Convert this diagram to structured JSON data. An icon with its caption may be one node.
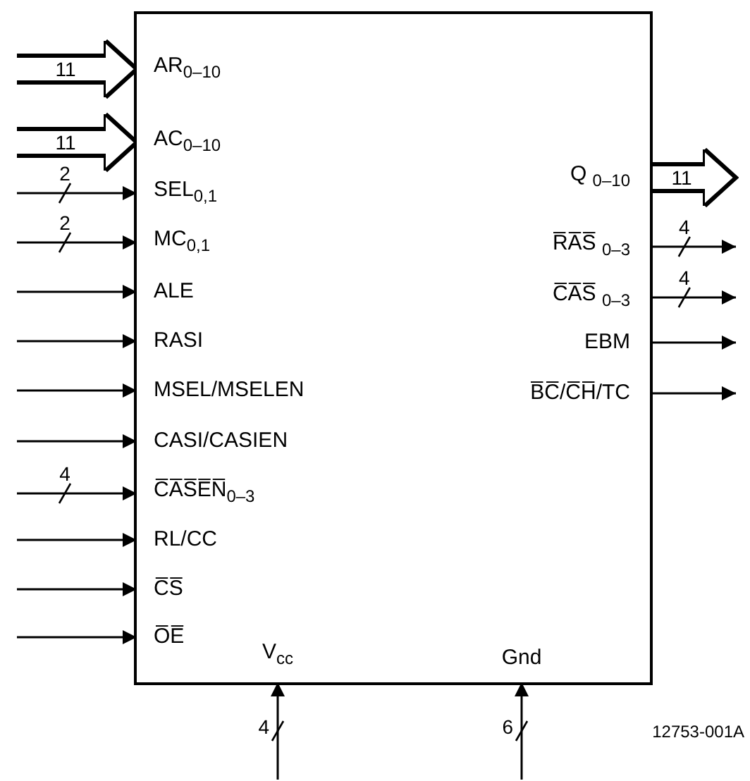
{
  "diagram": {
    "nodes": [
      {
        "text": [],
        "shape": "box"
      },
      {
        "text": [
          "AR$_{0–10}$"
        ],
        "in": 0
      },
      {
        "text": [
          "AC$_{0–10}$"
        ],
        "in": 0
      },
      {
        "text": [
          "SEL$_{0,1}$"
        ],
        "in": 0
      },
      {
        "text": [
          "MC$_{0,1}$"
        ],
        "in": 0
      },
      {
        "text": [
          "ALE"
        ],
        "in": 0
      },
      {
        "text": [
          "RASI"
        ],
        "in": 0
      },
      {
        "text": [
          "MSEL/MSELEN"
        ],
        "in": 0
      },
      {
        "text": [
          "CASI/CASIEN"
        ],
        "in": 0
      },
      {
        "text": [
          "C̅A̅S̅E̅N̅$_{0–3}$"
        ],
        "in": 0
      },
      {
        "text": [
          "RL/CC"
        ],
        "in": 0
      },
      {
        "text": [
          "C̅S̅"
        ],
        "in": 0
      },
      {
        "text": [
          "O̅E̅"
        ],
        "in": 0
      },
      {
        "text": [
          "Q $_{0–10}$"
        ],
        "in": 0
      },
      {
        "text": [
          "R̅A̅S̅ $_{0–3}$"
        ],
        "in": 0
      },
      {
        "text": [
          "C̅A̅S̅ $_{0–3}$"
        ],
        "in": 0
      },
      {
        "text": [
          "EBM"
        ],
        "in": 0
      },
      {
        "text": [
          "B̅C̅/C̅H̅/TC"
        ],
        "in": 0
      },
      {
        "text": [
          "V$_{cc}$"
        ],
        "in": 0
      },
      {
        "text": [
          "Gnd"
        ],
        "in": 0
      }
    ],
    "edges": [
      {
        "from": null,
        "to": 1,
        "arrow": "to",
        "label": "11",
        "style": "thick"
      },
      {
        "from": null,
        "to": 2,
        "arrow": "to",
        "label": "11",
        "style": "thick"
      },
      {
        "from": null,
        "to": 3,
        "arrow": "to",
        "label": "2"
      },
      {
        "from": null,
        "to": 4,
        "arrow": "to",
        "label": "2"
      },
      {
        "from": null,
        "to": 5,
        "arrow": "to"
      },
      {
        "from": null,
        "to": 6,
        "arrow": "to"
      },
      {
        "from": null,
        "to": 7,
        "arrow": "to"
      },
      {
        "from": null,
        "to": 8,
        "arrow": "to"
      },
      {
        "from": null,
        "to": 9,
        "arrow": "to",
        "label": "4"
      },
      {
        "from": null,
        "to": 10,
        "arrow": "to"
      },
      {
        "from": null,
        "to": 11,
        "arrow": "to"
      },
      {
        "from": null,
        "to": 12,
        "arrow": "to"
      },
      {
        "from": 13,
        "to": null,
        "arrow": "to",
        "label": "11",
        "style": "thick"
      },
      {
        "from": 14,
        "to": null,
        "arrow": "to",
        "label": "4"
      },
      {
        "from": 15,
        "to": null,
        "arrow": "to",
        "label": "4"
      },
      {
        "from": 16,
        "to": null,
        "arrow": "to"
      },
      {
        "from": 17,
        "to": null,
        "arrow": "to"
      },
      {
        "from": null,
        "to": 18,
        "arrow": "to",
        "label": "4"
      },
      {
        "from": null,
        "to": 19,
        "arrow": "to",
        "label": "6"
      }
    ],
    "labels": [
      "12753-001A"
    ]
  }
}
